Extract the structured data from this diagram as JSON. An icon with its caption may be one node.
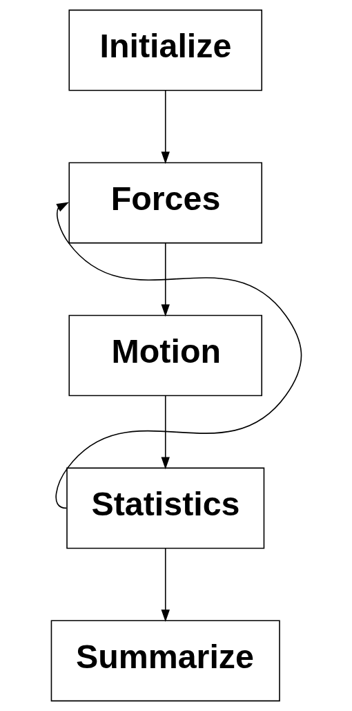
{
  "diagram": {
    "nodes": [
      {
        "text": [
          "Initialize"
        ]
      },
      {
        "text": [
          "Forces"
        ]
      },
      {
        "text": [
          "Motion"
        ]
      },
      {
        "text": [
          "Statistics"
        ]
      },
      {
        "text": [
          "Summarize"
        ]
      }
    ],
    "edges": [
      {
        "from": 0,
        "to": 1,
        "arrow": "to"
      },
      {
        "from": 1,
        "to": 2,
        "arrow": "to"
      },
      {
        "from": 2,
        "to": 3,
        "arrow": "to"
      },
      {
        "from": 3,
        "to": 4,
        "arrow": "to"
      },
      {
        "from": 3,
        "to": 1,
        "arrow": "to"
      }
    ]
  }
}
